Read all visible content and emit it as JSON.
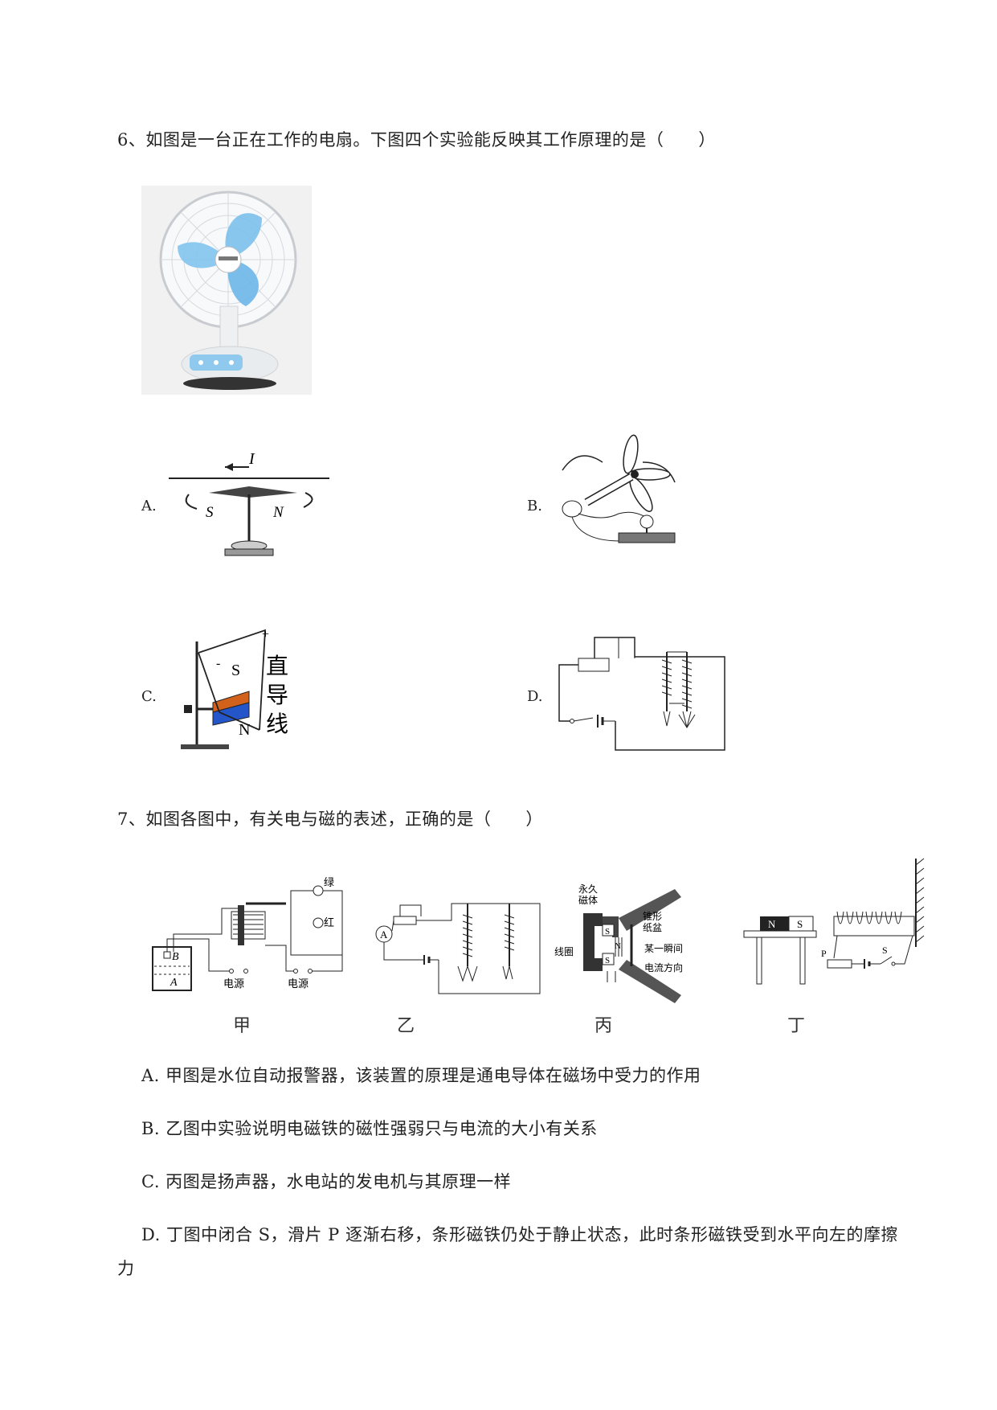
{
  "q6": {
    "text": "6、如图是一台正在工作的电扇。下图四个实验能反映其工作原理的是（　　）",
    "options": [
      {
        "label": "A.",
        "figure_text": {
          "current": "I",
          "s": "S",
          "n": "N"
        }
      },
      {
        "label": "B."
      },
      {
        "label": "C.",
        "figure_text": {
          "plus": "+",
          "minus": "-",
          "s": "S",
          "n": "N",
          "caption1": "直",
          "caption2": "导",
          "caption3": "线"
        }
      },
      {
        "label": "D."
      }
    ]
  },
  "q7": {
    "text": "7、如图各图中，有关电与磁的表述，正确的是（　　）",
    "figures": {
      "jia": {
        "caption": "甲",
        "green": "绿",
        "red": "红",
        "power1": "电源",
        "power2": "电源",
        "b": "B",
        "a": "A"
      },
      "yi": {
        "caption": "乙",
        "ammeter": "A"
      },
      "bing": {
        "caption": "丙",
        "magnet": "永久磁体",
        "cone": "锥形纸盆",
        "coil": "线圈",
        "moment": "某一瞬间",
        "current_dir": "电流方向",
        "s": "S",
        "n": "N"
      },
      "ding": {
        "caption": "丁",
        "n": "N",
        "s": "S",
        "p": "P",
        "switch": "S"
      }
    },
    "answers": [
      "A. 甲图是水位自动报警器，该装置的原理是通电导体在磁场中受力的作用",
      "B. 乙图中实验说明电磁铁的磁性强弱只与电流的大小有关系",
      "C. 丙图是扬声器，水电站的发电机与其原理一样",
      "D. 丁图中闭合 S，滑片 P 逐渐右移，条形磁铁仍处于静止状态，此时条形磁铁受到水平向左的摩擦",
      "力"
    ]
  }
}
